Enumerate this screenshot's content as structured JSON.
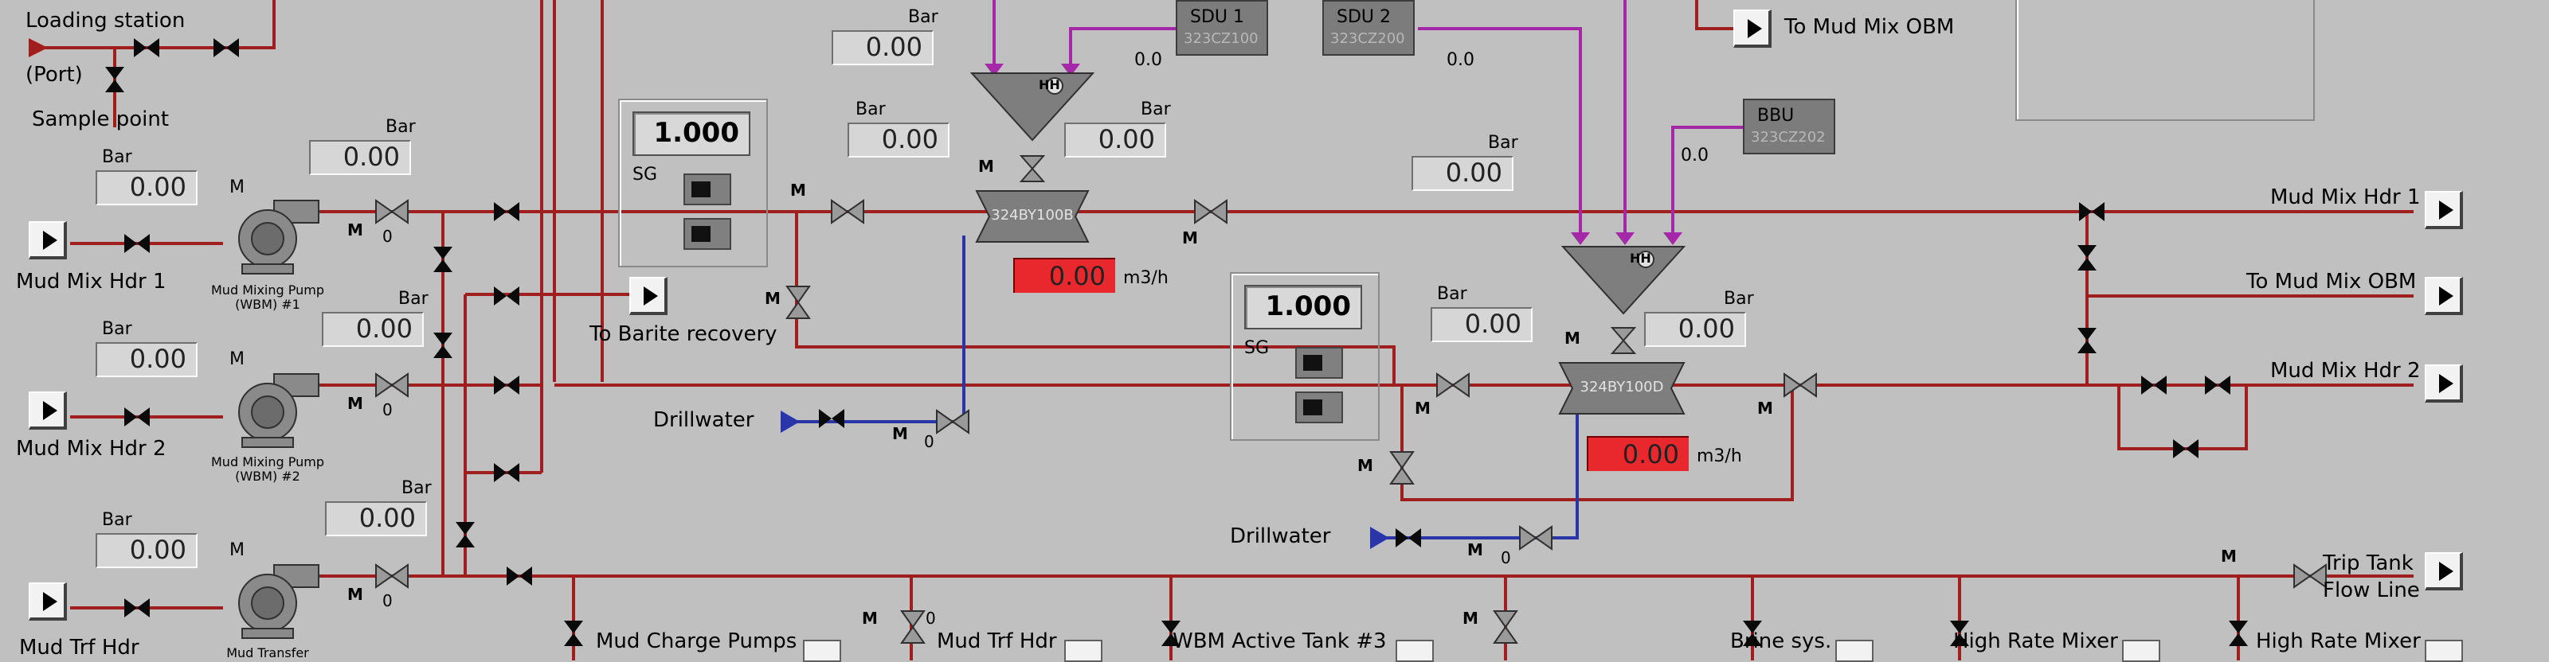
{
  "labels": {
    "loading_station": "Loading station",
    "port": "(Port)",
    "sample_point": "Sample point",
    "mud_mix_hdr_1_left": "Mud Mix Hdr 1",
    "mud_mix_hdr_2_left": "Mud Mix Hdr 2",
    "mud_trf_hdr_left": "Mud Trf Hdr",
    "pump1": "Mud Mixing Pump (WBM) #1",
    "pump2": "Mud Mixing Pump (WBM) #2",
    "pump3": "Mud Transfer",
    "to_barite_recovery": "To Barite recovery",
    "drillwater_1": "Drillwater",
    "drillwater_2": "Drillwater",
    "to_mud_mix_obm_top": "To Mud Mix OBM",
    "mud_mix_hdr_1_right": "Mud Mix Hdr 1",
    "to_mud_mix_obm_right": "To Mud Mix OBM",
    "mud_mix_hdr_2_right": "Mud Mix Hdr 2",
    "trip_tank_1": "Trip Tank",
    "trip_tank_2": "Flow Line",
    "mud_charge_pumps": "Mud Charge Pumps",
    "mud_trf_hdr_bottom": "Mud Trf Hdr",
    "wbm_active_tank_3": "WBM Active Tank #3",
    "brine_sys": "Brine sys.",
    "high_rate_mixer_1": "High Rate Mixer",
    "high_rate_mixer_2": "High Rate Mixer",
    "m": "M",
    "bar": "Bar",
    "sg": "SG",
    "zero": "0",
    "m3h": "m3/h",
    "hh": "HH"
  },
  "readings": {
    "p_hdr1": "0.00",
    "p_pump1_out": "0.00",
    "p_hdr2": "0.00",
    "p_pump2_out": "0.00",
    "p_trf": "0.00",
    "p_pump3_out": "0.00",
    "p_top_left": "0.00",
    "p_mixer1_in": "0.00",
    "p_mixer1_out": "0.00",
    "p_right_top": "0.00",
    "p_mixer2_in": "0.00",
    "p_mixer2_out": "0.00",
    "flow_1": "0.00",
    "flow_2": "0.00",
    "sg_1": "1.000",
    "sg_2": "1.000",
    "sdu1_val": "0.0",
    "sdu2_val": "0.0",
    "bbu_val": "0.0"
  },
  "equipment": {
    "mixer_1_tag": "324BY100B",
    "mixer_2_tag": "324BY100D",
    "sdu1_name": "SDU 1",
    "sdu1_tag": "323CZ100",
    "sdu2_name": "SDU 2",
    "sdu2_tag": "323CZ200",
    "bbu_name": "BBU",
    "bbu_tag": "323CZ202"
  },
  "colors": {
    "mud_line": "#a01e1e",
    "water_line": "#2a36a8",
    "bulk_line": "#a428a8",
    "alarm": "#e8282c",
    "background": "#c0c0c0"
  }
}
